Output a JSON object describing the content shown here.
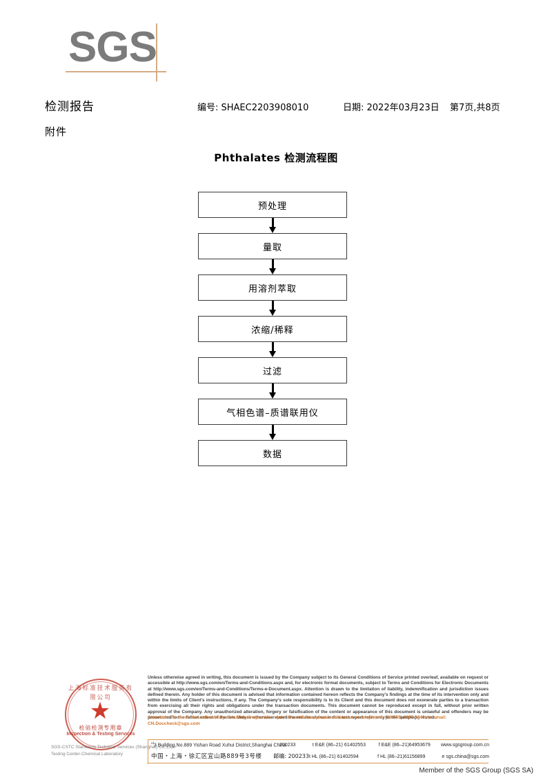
{
  "logo": {
    "wordmark": "SGS"
  },
  "header": {
    "title": "检测报告",
    "attachment_label": "附件",
    "report_no": "编号: SHAEC2203908010",
    "date": "日期: 2022年03月23日",
    "page": "第7页,共8页"
  },
  "flowchart": {
    "title": "Phthalates 检测流程图",
    "nodes": [
      {
        "label": "预处理"
      },
      {
        "label": "量取"
      },
      {
        "label": "用溶剂萃取"
      },
      {
        "label": "浓缩/稀释"
      },
      {
        "label": "过滤"
      },
      {
        "label": "气相色谱–质谱联用仪"
      },
      {
        "label": "数据"
      }
    ]
  },
  "stamp": {
    "arc_text": "上海标准技术服务有限公司",
    "cn_text": "检验检测专用章",
    "en_text": "Inspection & Testing Services",
    "star_glyph": "★",
    "company_line1": "SGS-CSTC Standards Technical Services (Shanghai) Co.,Ltd.",
    "company_line2": "Testing Center-Chemical Laboratory",
    "color": "#c0392b"
  },
  "footer": {
    "legal_text": "Unless otherwise agreed in writing, this document is issued by the Company subject to its General Conditions of Service printed overleaf, available on request or accessible at http://www.sgs.com/en/Terms-and-Conditions.aspx and, for electronic format documents, subject to Terms and Conditions for Electronic Documents at http://www.sgs.com/en/Terms-and-Conditions/Terms-e-Document.aspx. Attention is drawn to the limitation of liability, indemnification and jurisdiction issues defined therein. Any holder of this document is advised that information contained hereon reflects the Company's findings at the time of its intervention only and within the limits of Client's instructions, if any. The Company's sole responsibility is to its Client and this document does not exonerate parties to a transaction from exercising all their rights and obligations under the transaction documents. This document cannot be reproduced except in full, without prior written approval of the Company. Any unauthorized alteration, forgery or falsification of the content or appearance of this document is unlawful and offenders may be prosecuted to the fullest extent of the law. Unless otherwise stated the results shown in this test report refer only to the sample(s) tested .",
    "attention_text": "Attention: To check the authenticity of testing /inspection report & certificate, please contact us at telephone: (86-755) 8307 1443, or email: CN.Doccheck@sgs.com",
    "attention_color": "#d4762a",
    "address": {
      "en_address": "3 Building,No.889 Yishan Road Xuhui District,Shanghai China",
      "en_address_sup": "rd",
      "en_postcode": "200233",
      "cn_address": "中国・上海・徐汇区宜山路889号3号楼",
      "cn_postcode_label": "邮编:",
      "cn_postcode": "200233",
      "tel_ee": "t E&E (86–21) 61402553",
      "fax_ee": "f E&E (86–21)64953679",
      "tel_hl": "t HL (86–21) 61402594",
      "fax_hl": "f HL (86–21)61156899",
      "website": "www.sgsgroup.com.cn",
      "email": "e  sgs.china@sgs.com"
    },
    "member_line": "Member of the SGS Group (SGS SA)"
  }
}
